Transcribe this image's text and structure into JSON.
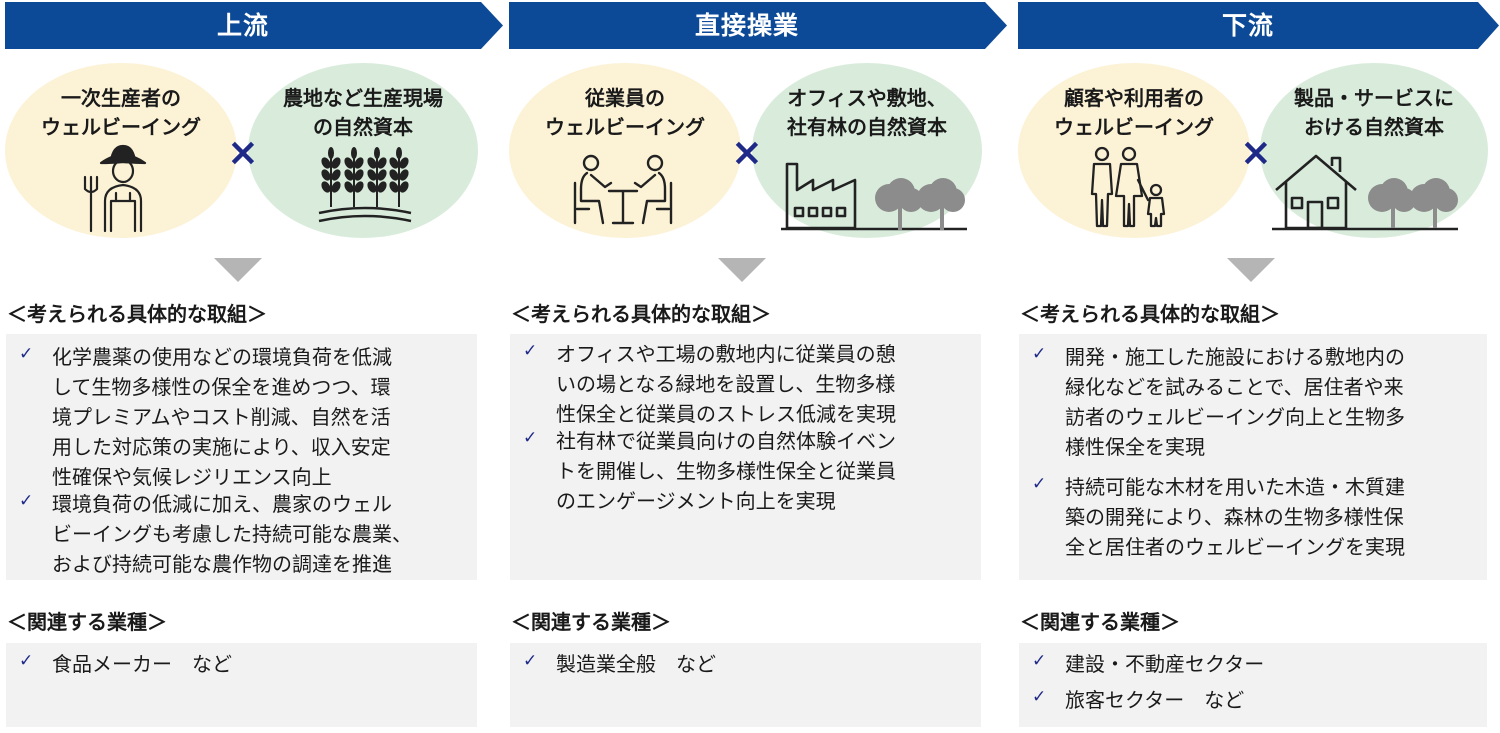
{
  "columns": [
    {
      "title": "上流",
      "bubble_left": "一次生産者の\nウェルビーイング",
      "bubble_right": "農地など生産現場\nの自然資本",
      "times": "×",
      "section1_title": "＜考えられる具体的な取組＞",
      "initiatives": [
        "化学農薬の使用などの環境負荷を低減\nして生物多様性の保全を進めつつ、環\n境プレミアムやコスト削減、自然を活\n用した対応策の実施により、収入安定\n性確保や気候レジリエンス向上",
        "環境負荷の低減に加え、農家のウェル\nビーイングも考慮した持続可能な農業、\nおよび持続可能な農作物の調達を推進"
      ],
      "section2_title": "＜関連する業種＞",
      "industries": [
        "食品メーカー　など"
      ]
    },
    {
      "title": "直接操業",
      "bubble_left": "従業員の\nウェルビーイング",
      "bubble_right": "オフィスや敷地、\n社有林の自然資本",
      "times": "×",
      "section1_title": "＜考えられる具体的な取組＞",
      "initiatives": [
        "オフィスや工場の敷地内に従業員の憩\nいの場となる緑地を設置し、生物多様\n性保全と従業員のストレス低減を実現",
        "社有林で従業員向けの自然体験イベン\nトを開催し、生物多様性保全と従業員\nのエンゲージメント向上を実現"
      ],
      "section2_title": "＜関連する業種＞",
      "industries": [
        "製造業全般　など"
      ]
    },
    {
      "title": "下流",
      "bubble_left": "顧客や利用者の\nウェルビーイング",
      "bubble_right": "製品・サービスに\nおける自然資本",
      "times": "×",
      "section1_title": "＜考えられる具体的な取組＞",
      "initiatives": [
        "開発・施工した施設における敷地内の\n緑化などを試みることで、居住者や来\n訪者のウェルビーイング向上と生物多\n様性保全を実現",
        "持続可能な木材を用いた木造・木質建\n築の開発により、森林の生物多様性保\n全と居住者のウェルビーイングを実現"
      ],
      "section2_title": "＜関連する業種＞",
      "industries": [
        "建設・不動産セクター",
        "旅客セクター　など"
      ]
    }
  ],
  "check_mark": "✓",
  "icons": {
    "col1_left": "farmer-icon",
    "col1_right": "wheat-icon",
    "col2_left": "meeting-icon",
    "col2_right": "factory-trees-icon",
    "col3_left": "family-icon",
    "col3_right": "house-trees-icon"
  },
  "colors": {
    "banner": "#0c4a97",
    "bubble_yellow": "#fcf2d6",
    "bubble_green": "#d9ecdc",
    "times": "#1f2a88",
    "arrow": "#b5b5b5",
    "box": "#f2f2f2"
  }
}
